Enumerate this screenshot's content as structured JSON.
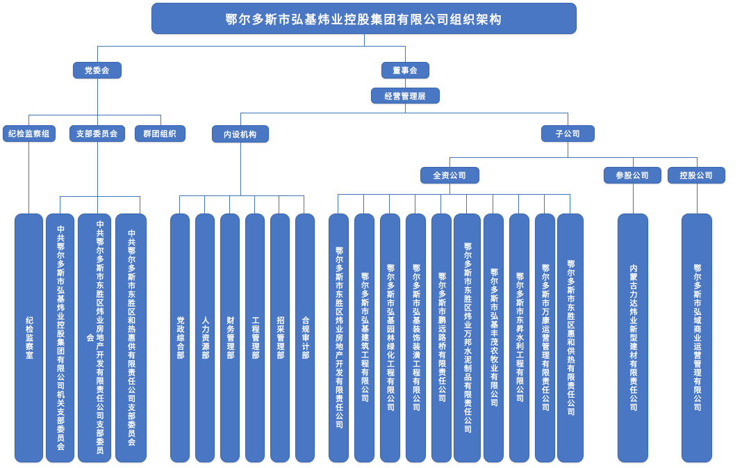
{
  "theme": {
    "box_fill": "#4a77c4",
    "box_border": "#3b66ad",
    "line_color": "#4472b8",
    "text_color": "#ffffff",
    "background": "#ffffff"
  },
  "title": "鄂尔多斯市弘基炜业控股集团有限公司组织架构",
  "nodes": {
    "party_committee": "党委会",
    "board": "董事会",
    "management": "经营管理层",
    "discipline_group": "纪检监察组",
    "branch_committee": "支部委员会",
    "mass_org": "群团组织",
    "internal_depts": "内设机构",
    "subsidiaries": "子公司",
    "wholly_owned": "全资公司",
    "equity_participation": "参股公司",
    "holding": "控股公司"
  },
  "discipline_children": [
    "纪检监察室"
  ],
  "party_branches": [
    "中共鄂尔多斯市弘基炜业控股集团有限公司机关支部委员会",
    "中共鄂尔多斯市东胜区炜业房地产开发有限责任公司支部委员会",
    "中共鄂尔多斯市东胜区和热惠供有限责任公司支部委员会"
  ],
  "internal_departments": [
    "党政综合部",
    "人力资源部",
    "财务管理部",
    "工程管理部",
    "招采管理部",
    "合规审计部"
  ],
  "wholly_owned_companies": [
    "鄂尔多斯市东胜区炜业房地产开发有限责任公司",
    "鄂尔多斯市弘基建筑工程有限公司",
    "鄂尔多斯市弘基园林绿化工程有限公司",
    "鄂尔多斯市弘基装饰装潢工程有限公司",
    "鄂尔多斯市鹏远路桥有限责任公司",
    "鄂尔多斯市东胜区炜业万邦水泥制品有限责任公司",
    "鄂尔多斯市弘基丰茂农牧业有限公司",
    "鄂尔多斯市东昇水利工程有限公司",
    "鄂尔多斯市万康运营管理有限责任公司",
    "鄂尔多斯市东胜区惠和供热有限责任公司"
  ],
  "equity_participation_companies": [
    "内蒙古力达炜业新型建材有限责任公司"
  ],
  "holding_companies": [
    "鄂尔多斯市弘域商业运营管理有限公司"
  ]
}
